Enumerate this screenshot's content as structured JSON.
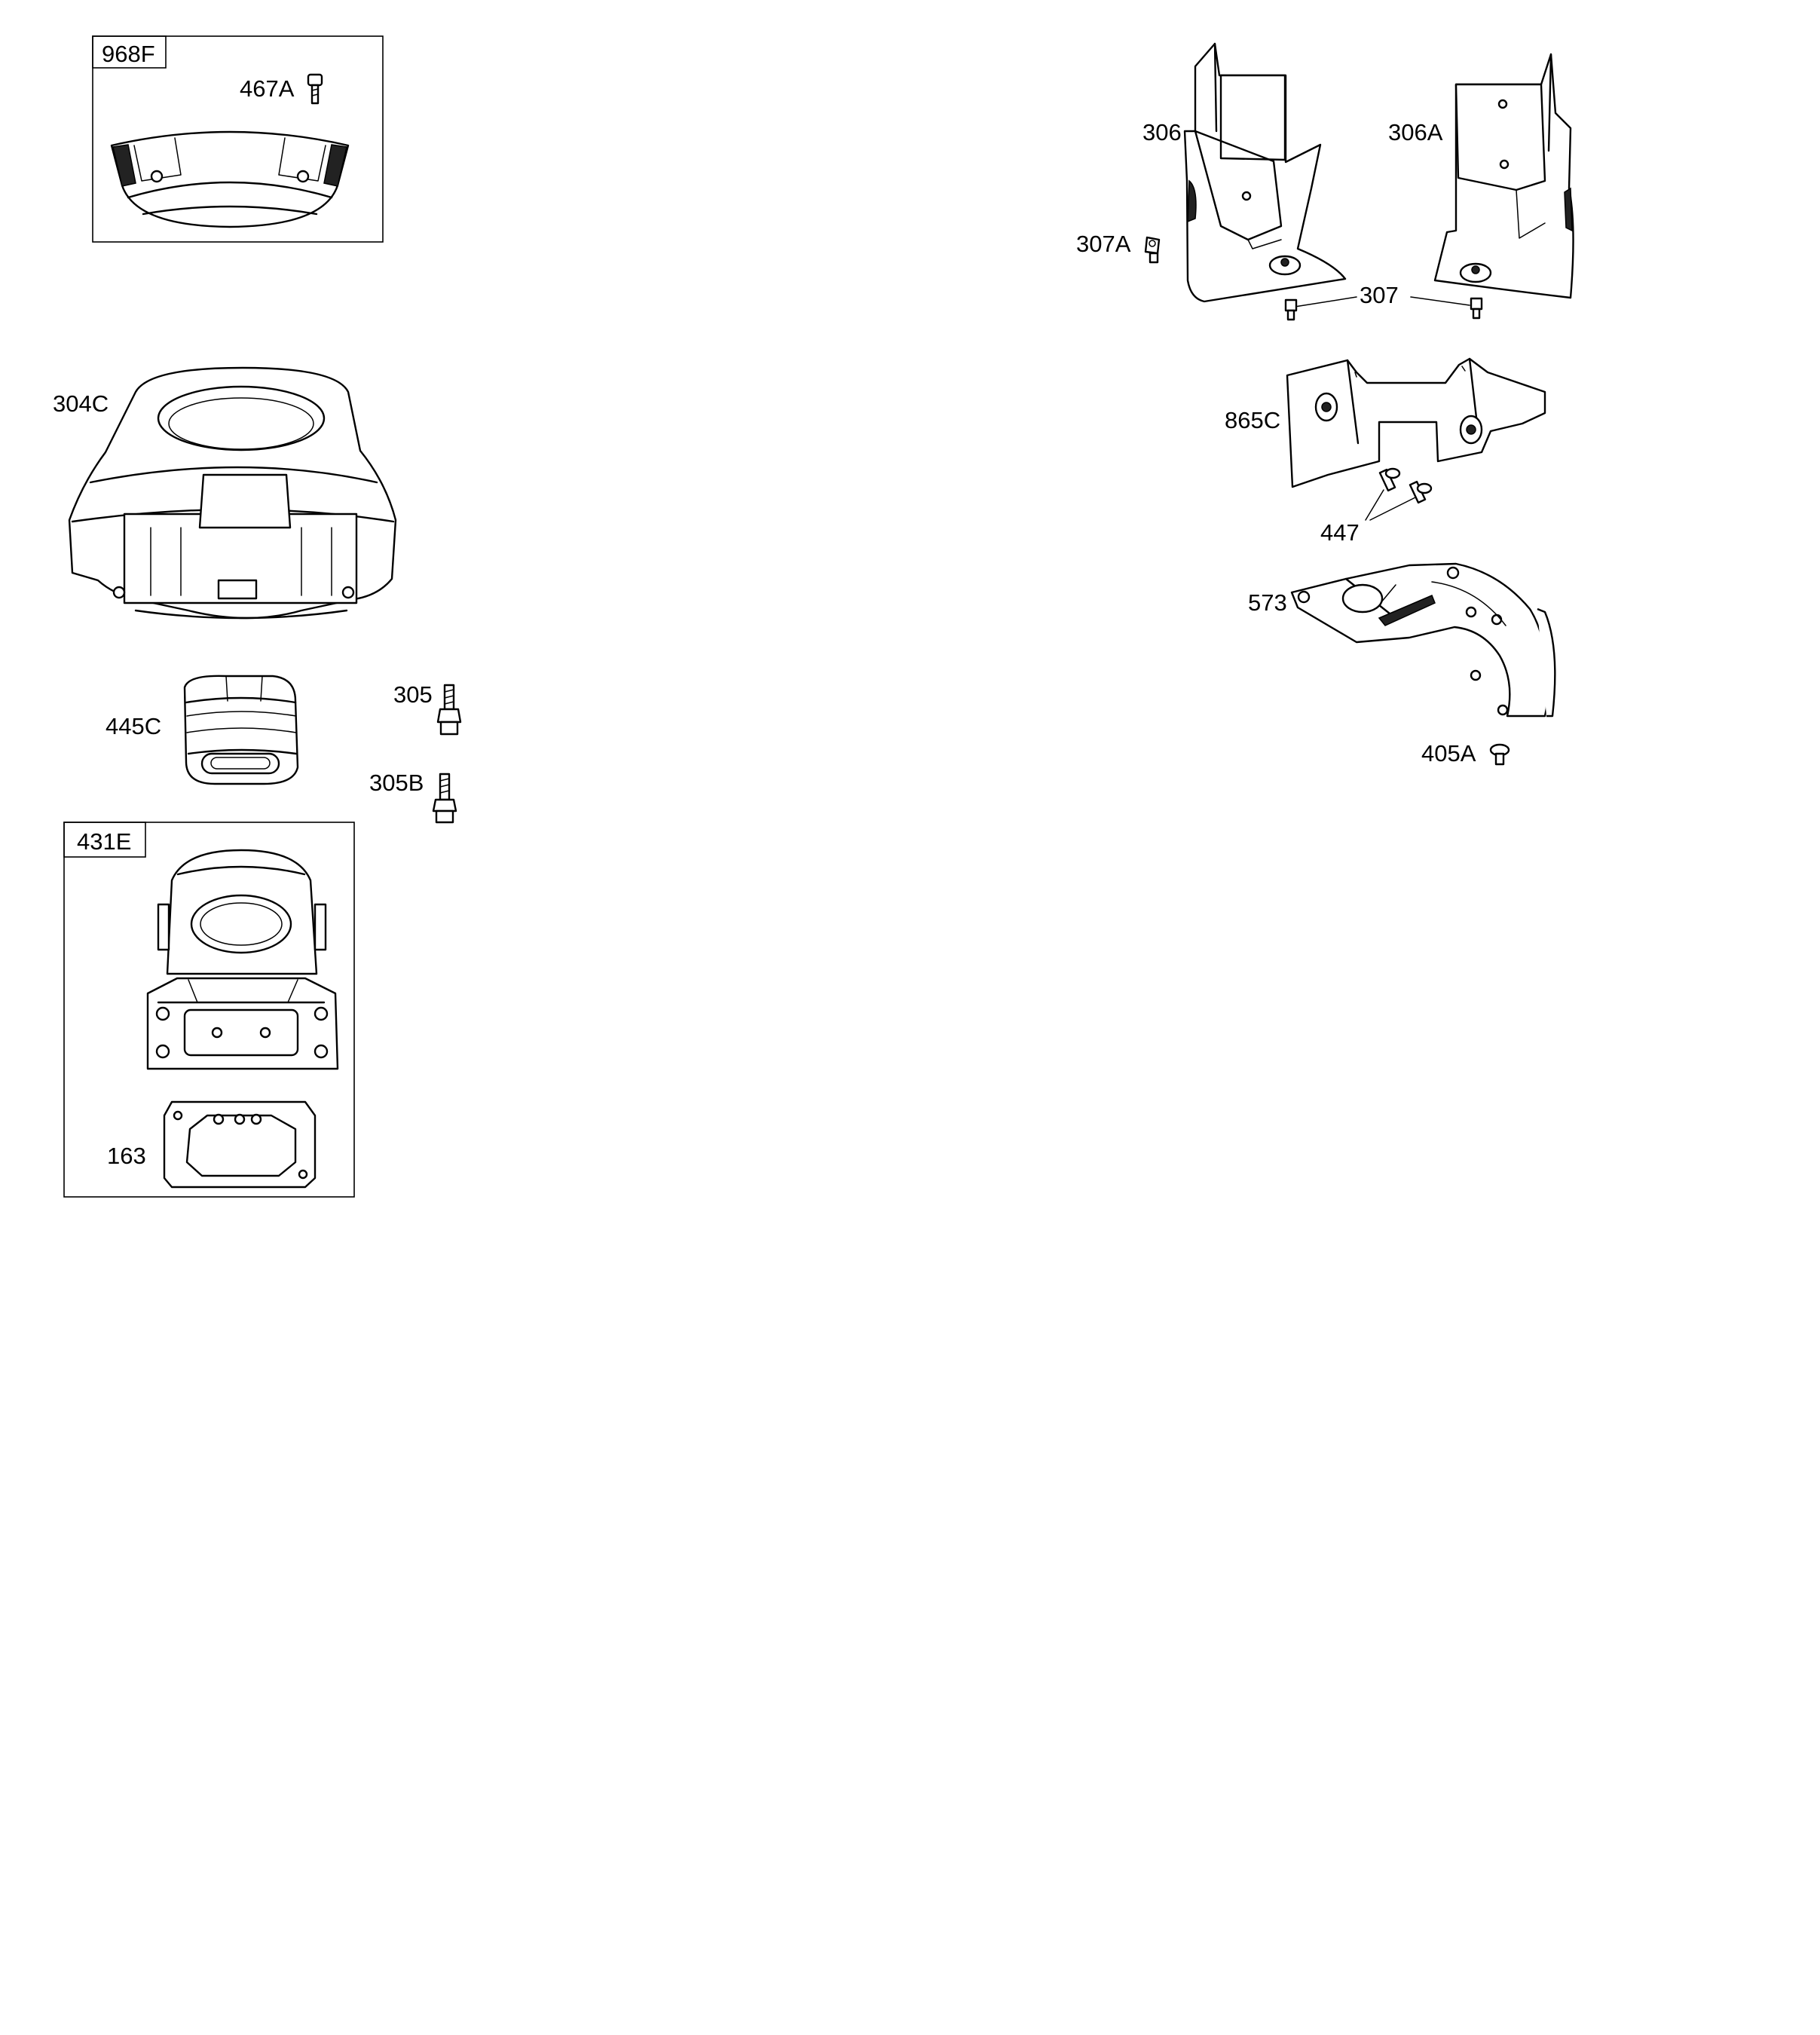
{
  "parts": {
    "p968F": "968F",
    "p467A": "467A",
    "p304C": "304C",
    "p445C": "445C",
    "p305": "305",
    "p305B": "305B",
    "p431E": "431E",
    "p163": "163",
    "p306": "306",
    "p306A": "306A",
    "p307A": "307A",
    "p307": "307",
    "p865C": "865C",
    "p447": "447",
    "p573": "573",
    "p405A": "405A"
  }
}
